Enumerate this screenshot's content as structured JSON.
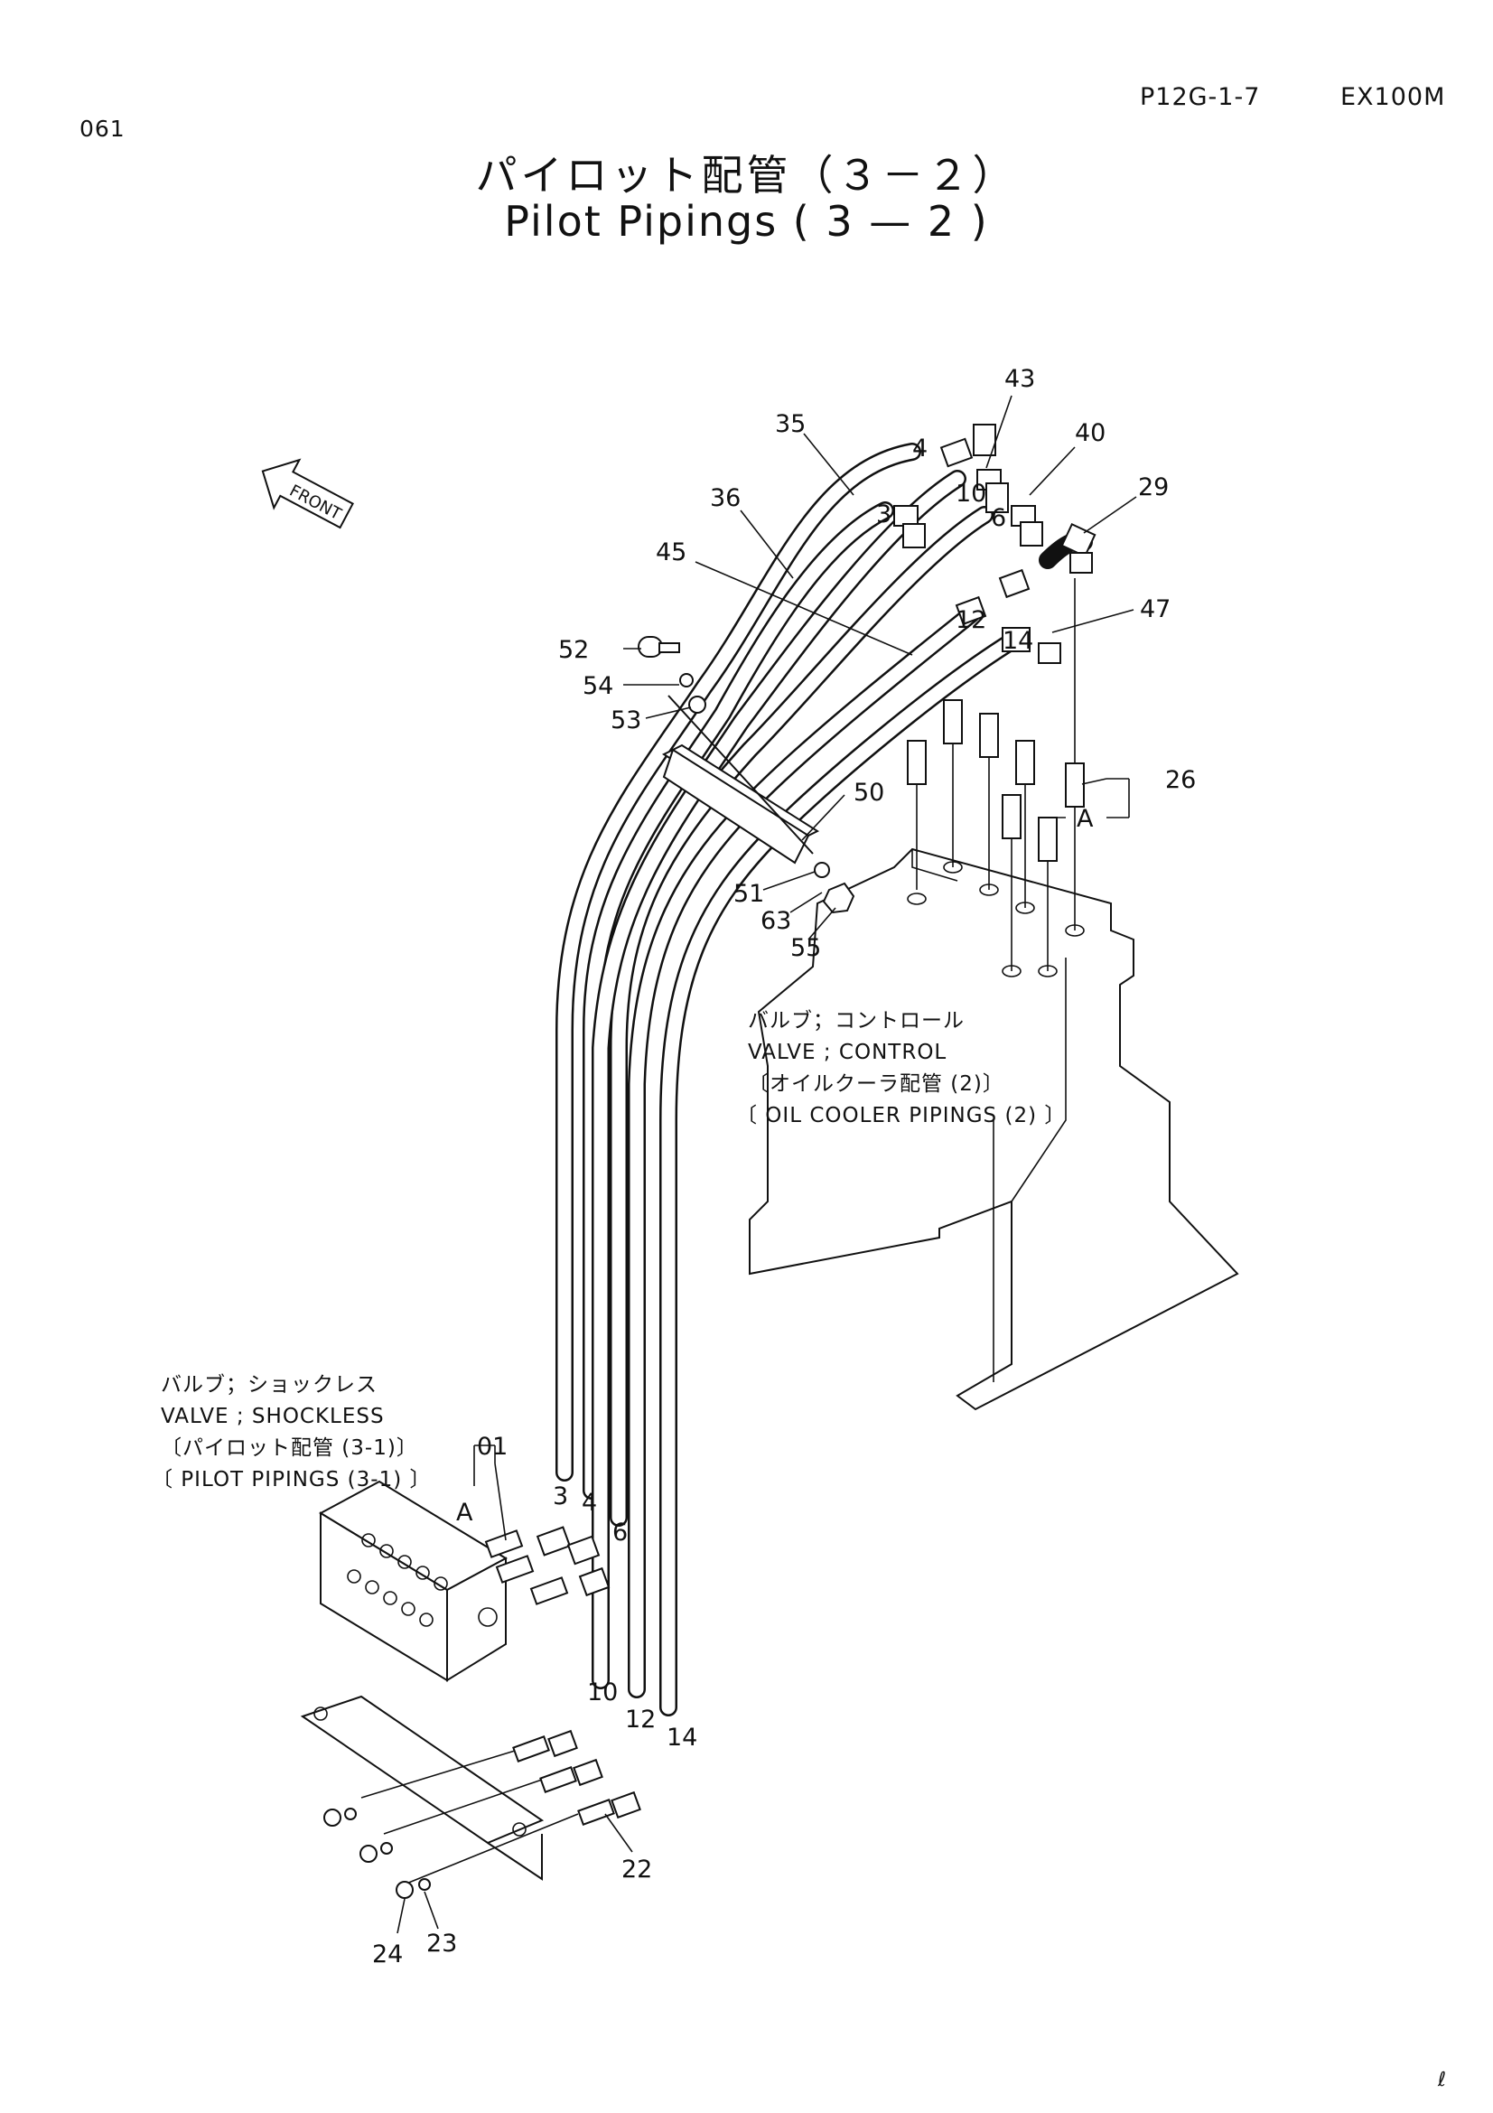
{
  "header": {
    "page_number": "061",
    "doc_code": "P12G-1-7",
    "model": "EX100M"
  },
  "title": {
    "japanese": "パイロット配管（３－２）",
    "english": "Pilot Pipings ( 3 — 2 )"
  },
  "orientation": {
    "arrow_label": "FRONT",
    "icon": "arrow-left-icon"
  },
  "callouts": [
    "43",
    "35",
    "40",
    "36",
    "29",
    "45",
    "47",
    "52",
    "54",
    "53",
    "26",
    "A",
    "50",
    "51",
    "63",
    "55",
    "01",
    "A",
    "22",
    "24",
    "23"
  ],
  "hose_tags": [
    "4",
    "10",
    "3",
    "6",
    "12",
    "14",
    "3",
    "4",
    "6",
    "10",
    "12",
    "14"
  ],
  "notes": {
    "control_valve": [
      "バルブ；コントロール",
      "VALVE ; CONTROL",
      "〔オイルクーラ配管 (2)〕",
      "〔 OIL  COOLER  PIPINGS (2) 〕"
    ],
    "shockless_valve": [
      "バルブ；ショックレス",
      "VALVE ; SHOCKLESS",
      "〔パイロット配管 (3-1)〕",
      "〔 PILOT  PIPINGS (3-1) 〕"
    ]
  },
  "footer": {
    "corner_mark": "ℓ"
  }
}
